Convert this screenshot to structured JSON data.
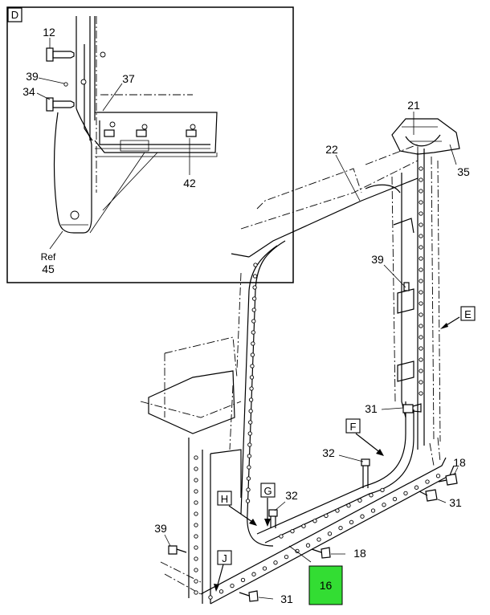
{
  "detail_box": {
    "letter": "D",
    "callouts": {
      "c12": "12",
      "c39": "39",
      "c34": "34",
      "c37": "37",
      "c42": "42",
      "ref_word": "Ref",
      "c45": "45"
    }
  },
  "main": {
    "callouts": {
      "c21": "21",
      "c22": "22",
      "c35": "35",
      "c39a": "39",
      "c31a": "31",
      "c32a": "32",
      "c18a": "18",
      "c31b": "31",
      "c32b": "32",
      "c39b": "39",
      "c18b": "18",
      "c31c": "31"
    },
    "view_letters": {
      "e": "E",
      "f": "F",
      "g": "G",
      "h": "H",
      "j": "J"
    },
    "highlight": {
      "label": "16",
      "color": "#33dd33"
    }
  }
}
